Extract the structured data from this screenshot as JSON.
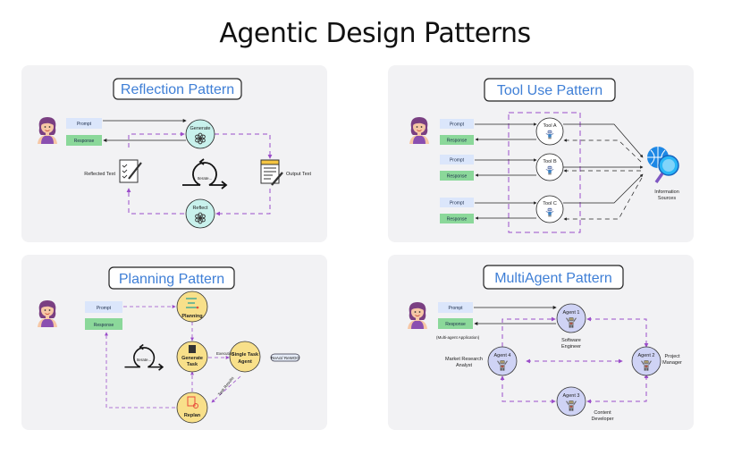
{
  "title": "Agentic Design Patterns",
  "colors": {
    "title_blue": "#3f7fd6",
    "prompt_box": "#dbe6fb",
    "response_box": "#8bd89a",
    "dashed_purple": "#9b4dca",
    "teal_node": "#c8f1ec",
    "yellow_node": "#f8e08a",
    "agent_node": "#cfd3f5"
  },
  "reflection": {
    "title": "Reflection Pattern",
    "prompt": "Prompt",
    "response": "Response",
    "generate": "Generate",
    "reflect": "Reflect",
    "iterate": "Iterate...",
    "reflected_text": "Reflected Text",
    "output_text": "Output Text"
  },
  "tool_use": {
    "title": "Tool Use Pattern",
    "rows": [
      {
        "prompt": "Prompt",
        "response": "Response",
        "tool": "Tool A"
      },
      {
        "prompt": "Prompt",
        "response": "Response",
        "tool": "Tool B"
      },
      {
        "prompt": "Prompt",
        "response": "Response",
        "tool": "Tool C"
      }
    ],
    "sources_line1": "Information",
    "sources_line2": "Sources"
  },
  "planning": {
    "title": "Planning Pattern",
    "prompt": "Prompt",
    "response": "Response",
    "planning": "Planning",
    "generate_line1": "Generate",
    "generate_line2": "Task",
    "single_line1": "Single Task",
    "single_line2": "Agent",
    "replan": "Replan",
    "iterate": "Iterate...",
    "execution": "Execution",
    "task_results": "Task Results",
    "tag": "ReAct/ ReWOO"
  },
  "multiagent": {
    "title": "MultiAgent Pattern",
    "prompt": "Prompt",
    "response": "Response",
    "app_label": "(Multi-agent Application)",
    "agents": [
      {
        "name": "Agent 1",
        "role_line1": "Software",
        "role_line2": "Engineer"
      },
      {
        "name": "Agent 2",
        "role_line1": "Project",
        "role_line2": "Manager"
      },
      {
        "name": "Agent 3",
        "role_line1": "Content",
        "role_line2": "Developer"
      },
      {
        "name": "Agent 4",
        "role_line1": "Market Research",
        "role_line2": "Analyst"
      }
    ]
  }
}
